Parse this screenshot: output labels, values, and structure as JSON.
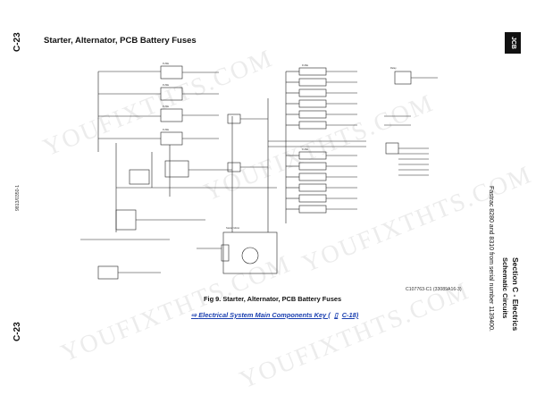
{
  "page": {
    "page_code_top": "C-23",
    "page_code_bottom": "C-23",
    "left_doc_number": "9813/0350-1",
    "sheet_title": "Starter, Alternator, PCB Battery Fuses",
    "section_title": "Section C - Electrics",
    "section_subtitle": "Schematic Circuits",
    "model_note": "Fastrac 8280 and 8310 from serial number 1139400.",
    "figure_caption": "Fig 9. Starter, Alternator, PCB Battery Fuses",
    "link_text": "Electrical System Main Components Key (",
    "link_ref": "C-18)",
    "drawing_ref": "C107763-C1 (33089A16-3)",
    "watermark": "YOUFIXTHTS.COM",
    "logo_text": "JCB"
  },
  "colors": {
    "link": "#1a3fb0",
    "ink": "#111111",
    "watermark": "#b4b4b4"
  }
}
